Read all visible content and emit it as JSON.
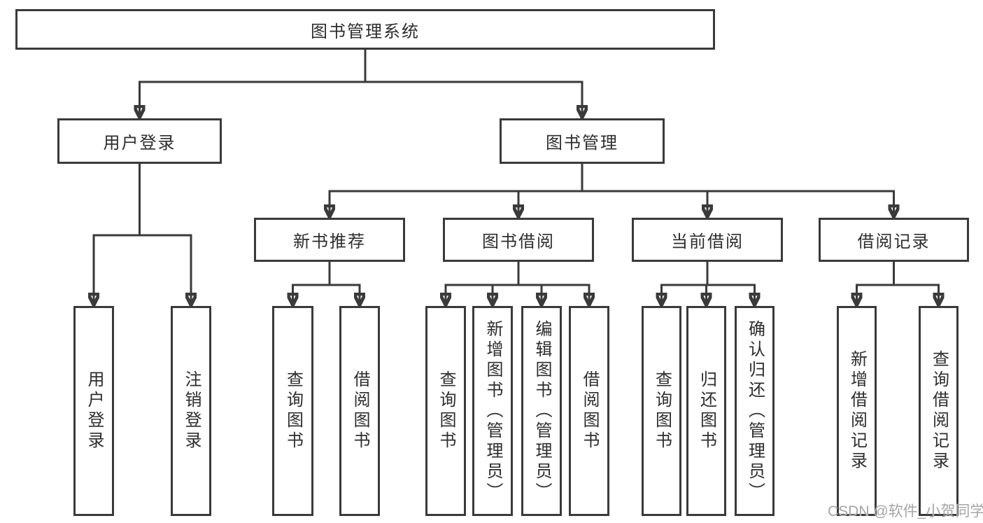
{
  "diagram": {
    "title": "图书管理系统",
    "type": "hierarchy-tree",
    "colors": {
      "line": "#3a3a3a",
      "box_border": "#3a3a3a",
      "box_background": "#ffffff",
      "text": "#2d2d2d",
      "watermark": "#a5a5a5",
      "page_background": "#ffffff"
    },
    "watermark": "CSDN @软件_小贺同学",
    "nodes": {
      "root": {
        "label": "图书管理系统"
      },
      "user_login": {
        "label": "用户登录"
      },
      "book_mgmt": {
        "label": "图书管理"
      },
      "new_books": {
        "label": "新书推荐"
      },
      "book_borrow": {
        "label": "图书借阅"
      },
      "current_borrow": {
        "label": "当前借阅"
      },
      "borrow_records": {
        "label": "借阅记录"
      },
      "leaf_user_login": {
        "label": "用户登录"
      },
      "leaf_logout": {
        "label": "注销登录"
      },
      "leaf_nb_query_books": {
        "label": "查询图书"
      },
      "leaf_nb_borrow_books": {
        "label": "借阅图书"
      },
      "leaf_bb_query_books": {
        "label": "查询图书"
      },
      "leaf_bb_add_books": {
        "label": "新增图书（管理员）"
      },
      "leaf_bb_edit_books": {
        "label": "编辑图书（管理员）"
      },
      "leaf_bb_borrow_books": {
        "label": "借阅图书"
      },
      "leaf_cb_query_books": {
        "label": "查询图书"
      },
      "leaf_cb_return_books": {
        "label": "归还图书"
      },
      "leaf_cb_confirm_return": {
        "label": "确认归还（管理员）"
      },
      "leaf_br_add_record": {
        "label": "新增借阅记录"
      },
      "leaf_br_query_record": {
        "label": "查询借阅记录"
      }
    },
    "hierarchy": {
      "图书管理系统": {
        "用户登录": [
          "用户登录",
          "注销登录"
        ],
        "图书管理": {
          "新书推荐": [
            "查询图书",
            "借阅图书"
          ],
          "图书借阅": [
            "查询图书",
            "新增图书（管理员）",
            "编辑图书（管理员）",
            "借阅图书"
          ],
          "当前借阅": [
            "查询图书",
            "归还图书",
            "确认归还（管理员）"
          ],
          "借阅记录": [
            "新增借阅记录",
            "查询借阅记录"
          ]
        }
      }
    }
  }
}
